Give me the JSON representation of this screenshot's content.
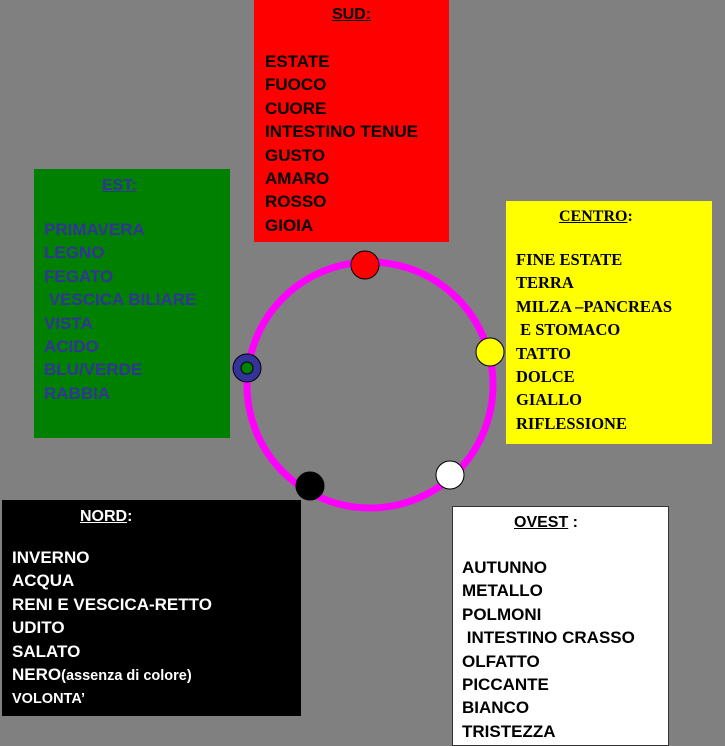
{
  "sud": {
    "title": "SUD:",
    "items": [
      "ESTATE",
      "FUOCO",
      "CUORE",
      "INTESTINO TENUE",
      "GUSTO",
      "AMARO",
      "ROSSO",
      "GIOIA"
    ]
  },
  "est": {
    "title": "EST:",
    "items": [
      "PRIMAVERA",
      "LEGNO",
      "FEGATO",
      " VESCICA BILIARE",
      "VISTA",
      "ACIDO",
      "BLU/VERDE",
      "RABBIA"
    ]
  },
  "centro": {
    "title": "CENTRO",
    "title_suffix": ":",
    "items": [
      "FINE ESTATE",
      "TERRA",
      "MILZA –PANCREAS",
      " E STOMACO",
      "TATTO",
      "DOLCE",
      "GIALLO",
      "RIFLESSIONE"
    ]
  },
  "nord": {
    "title": "NORD",
    "title_suffix": ":",
    "items": [
      "INVERNO",
      "ACQUA",
      "RENI E VESCICA-RETTO",
      "UDITO",
      "SALATO"
    ],
    "nero": "NERO",
    "nero_note": "(assenza di colore)",
    "last": "VOLONTA’"
  },
  "ovest": {
    "title": "OVEST",
    "title_suffix": " :",
    "items": [
      "AUTUNNO",
      "METALLO",
      "POLMONI",
      " INTESTINO CRASSO",
      "OLFATTO",
      "PICCANTE",
      "BIANCO",
      "TRISTEZZA"
    ]
  },
  "colors": {
    "ring": "#ff00ff",
    "fire": "#ff0000",
    "earth": "#ffff00",
    "metal": "#ffffff",
    "water": "#000000",
    "wood_outer": "#333399",
    "wood_inner": "#008000"
  }
}
